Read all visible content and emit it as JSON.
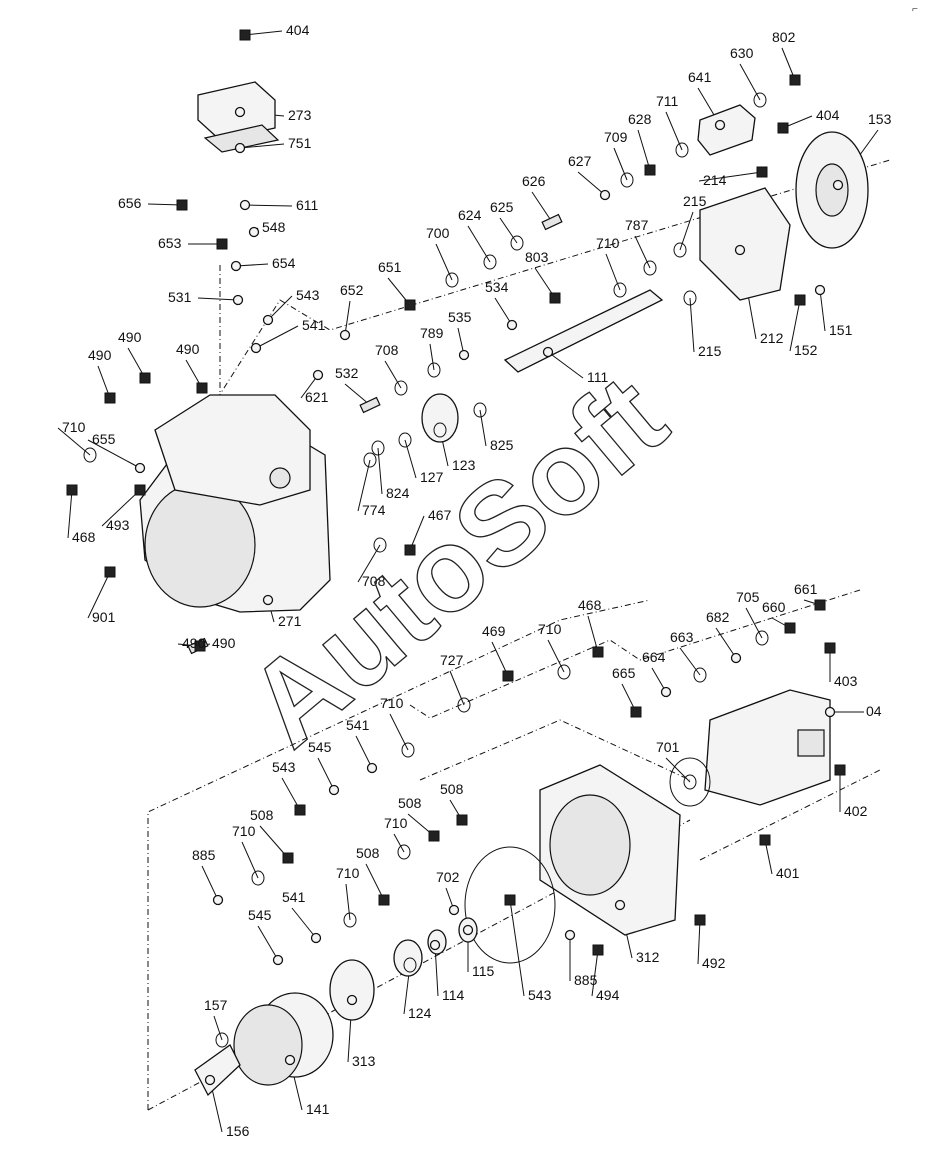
{
  "watermark": "AutoSoft",
  "labels": [
    "404",
    "273",
    "751",
    "656",
    "611",
    "548",
    "653",
    "654",
    "531",
    "543",
    "541",
    "490",
    "490",
    "490",
    "490",
    "652",
    "651",
    "700",
    "624",
    "625",
    "626",
    "627",
    "709",
    "628",
    "711",
    "641",
    "630",
    "802",
    "404",
    "153",
    "214",
    "215",
    "787",
    "710",
    "803",
    "534",
    "535",
    "789",
    "708",
    "621",
    "532",
    "111",
    "212",
    "215",
    "152",
    "151",
    "825",
    "123",
    "127",
    "824",
    "774",
    "710",
    "655",
    "468",
    "493",
    "901",
    "271",
    "490",
    "467",
    "708",
    "661",
    "660",
    "705",
    "682",
    "663",
    "664",
    "665",
    "468",
    "469",
    "710",
    "727",
    "403",
    "04",
    "701",
    "402",
    "401",
    "710",
    "541",
    "545",
    "543",
    "508",
    "710",
    "508",
    "710",
    "508",
    "885",
    "508",
    "710",
    "541",
    "545",
    "543",
    "702",
    "885",
    "494",
    "312",
    "492",
    "115",
    "114",
    "124",
    "313",
    "157",
    "141",
    "156"
  ],
  "parts": [
    "bolt",
    "cover",
    "gasket",
    "plug",
    "lever",
    "pin",
    "plug-small",
    "pin-small",
    "block",
    "pin",
    "plate",
    "plug",
    "plug",
    "plug",
    "screw",
    "rod",
    "nut",
    "o-ring",
    "washer",
    "spring",
    "screw",
    "rod",
    "o-ring",
    "nut",
    "o-ring",
    "housing",
    "ring",
    "bolt",
    "bolt",
    "plate",
    "plug",
    "bearing",
    "o-ring",
    "o-ring",
    "nut",
    "sleeve",
    "collar",
    "o-ring",
    "o-ring",
    "pin",
    "screw",
    "shaft",
    "swash-plate",
    "bearing",
    "plug",
    "pin",
    "snap-ring",
    "bearing",
    "ring",
    "ring",
    "washer",
    "o-ring",
    "pin",
    "plug",
    "plug",
    "eye-bolt",
    "casing",
    "plug",
    "plug",
    "o-ring",
    "plug",
    "nut",
    "o-ring",
    "sleeve",
    "spring",
    "pin",
    "plug",
    "plug",
    "plug",
    "o-ring",
    "o-ring",
    "bolt",
    "gear-pump",
    "o-ring",
    "bolt",
    "bolt",
    "o-ring",
    "pin",
    "pin",
    "plug",
    "plug",
    "o-ring",
    "plug",
    "o-ring",
    "plug",
    "pin",
    "plug",
    "o-ring",
    "pin",
    "pin",
    "plug",
    "gasket",
    "pin",
    "plug",
    "valve-plate",
    "plug",
    "bushing",
    "bushing",
    "bearing",
    "valve-plate",
    "spring",
    "cylinder-block",
    "shaft"
  ]
}
